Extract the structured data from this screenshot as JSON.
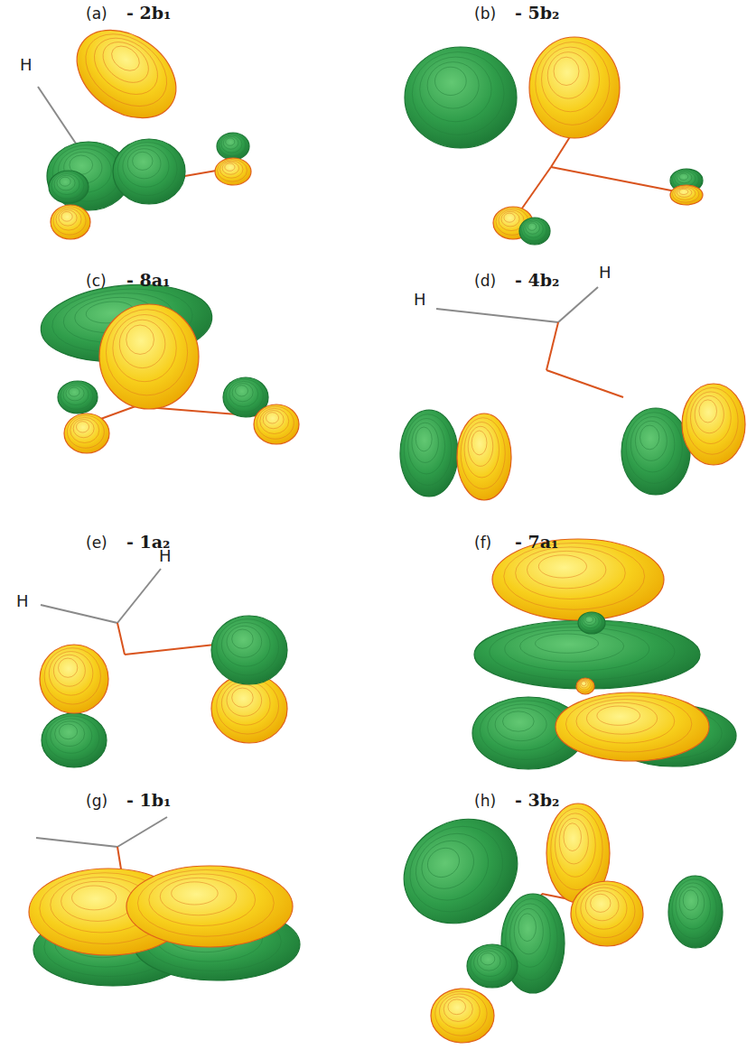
{
  "diagram": {
    "labels": [
      "(a)",
      "- 2b₁",
      "H",
      "(b)",
      "- 5b₂",
      "(c)",
      "- 8a₁",
      "(d)",
      "- 4b₂",
      "H",
      "H",
      "(e)",
      "- 1a₂",
      "H",
      "H",
      "(f)",
      "- 7a₁",
      "(g)",
      "- 1b₁",
      "(h)",
      "- 3b₂"
    ]
  }
}
